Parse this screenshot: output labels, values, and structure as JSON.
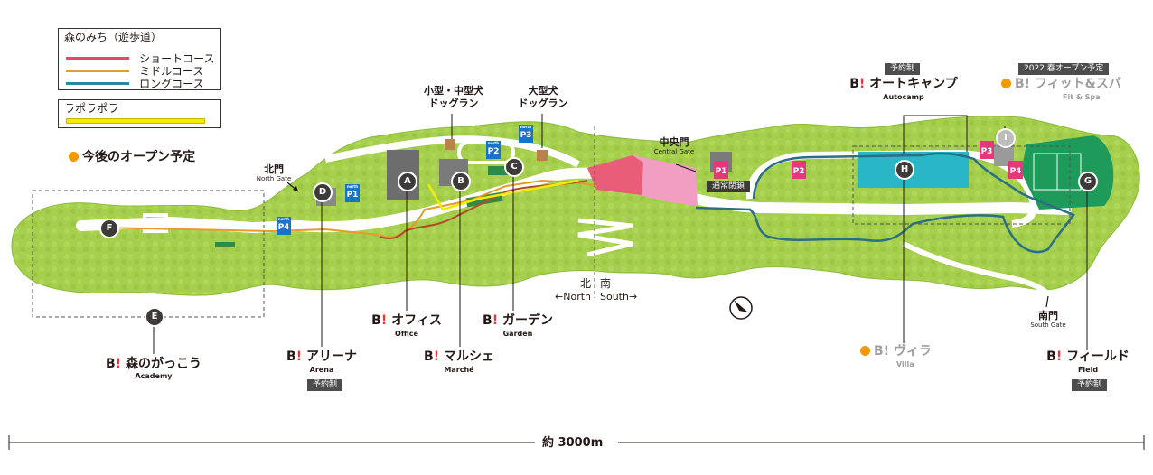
{
  "legend": {
    "trail_title": "森のみち（遊歩道）",
    "courses": [
      {
        "label": "ショートコース",
        "color": "#e8466b"
      },
      {
        "label": "ミドルコース",
        "color": "#e89a2a"
      },
      {
        "label": "ロングコース",
        "color": "#2a8a9c"
      }
    ],
    "rapo_label": "ラポラポラ",
    "rapo_color": "#f3ea00",
    "upcoming_label": "今後のオープン予定",
    "upcoming_color": "#f39800"
  },
  "gates": {
    "north": {
      "jp": "北門",
      "en": "North Gate"
    },
    "central": {
      "jp": "中央門",
      "en": "Central Gate"
    },
    "south": {
      "jp": "南門",
      "en": "South Gate"
    },
    "closed": "通常閉鎖"
  },
  "dog_runs": {
    "small": {
      "line1": "小型・中型犬",
      "line2": "ドッグラン"
    },
    "large": {
      "line1": "大型犬",
      "line2": "ドッグラン"
    }
  },
  "direction": {
    "north_jp": "北",
    "south_jp": "南",
    "north_en": "←North",
    "south_en": "South→"
  },
  "brand": {
    "mark": "B",
    "ex": "!"
  },
  "facilities": {
    "academy": {
      "letter": "E",
      "jp": "森のがっこう",
      "en": "Academy"
    },
    "arena": {
      "letter": "D",
      "jp": "アリーナ",
      "en": "Arena",
      "tag": "予約制"
    },
    "office": {
      "letter": "A",
      "jp": "オフィス",
      "en": "Office"
    },
    "marche": {
      "letter": "B",
      "jp": "マルシェ",
      "en": "Marché"
    },
    "garden": {
      "letter": "C",
      "jp": "ガーデン",
      "en": "Garden"
    },
    "autocamp": {
      "letter": "H",
      "jp": "オートキャンプ",
      "en": "Autocamp",
      "tag": "予約制"
    },
    "fit_spa": {
      "letter": "I",
      "jp": "フィット&スパ",
      "en": "Fit & Spa",
      "tag": "2022 春オープン予定"
    },
    "villa": {
      "jp": "ヴィラ",
      "en": "Villa"
    },
    "field": {
      "letter": "G",
      "jp": "フィールド",
      "en": "Field",
      "tag": "予約制"
    },
    "academy_pin": {
      "letter": "F"
    }
  },
  "parking": [
    {
      "label": "P1",
      "color": "#1a73c9"
    },
    {
      "label": "P4",
      "color": "#1a73c9"
    },
    {
      "label": "P2",
      "color": "#1a73c9"
    },
    {
      "label": "P3",
      "color": "#1a73c9"
    },
    {
      "label": "P1",
      "color": "#e4387b"
    },
    {
      "label": "P2",
      "color": "#e4387b"
    },
    {
      "label": "P3",
      "color": "#e4387b"
    },
    {
      "label": "P4",
      "color": "#e4387b"
    }
  ],
  "parking_small": "north",
  "scale": "約 3000m",
  "colors": {
    "green": "#8cc63f",
    "green_dark": "#5aa02c",
    "road": "#ffffff",
    "pink": "#f19ec2",
    "red": "#e95d78",
    "camp": "#29b6c6",
    "field": "#1e9a5a"
  }
}
